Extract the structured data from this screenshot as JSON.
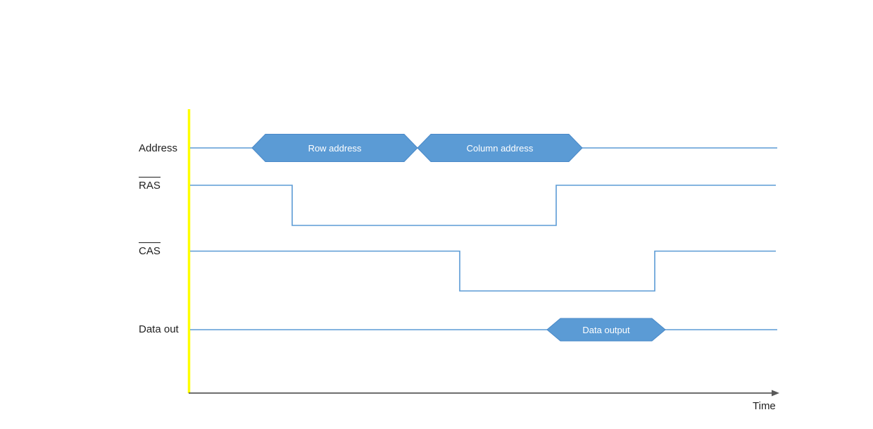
{
  "diagram": {
    "signals": [
      {
        "label": "Address",
        "overline": false
      },
      {
        "label": "RAS",
        "overline": true
      },
      {
        "label": "CAS",
        "overline": true
      },
      {
        "label": "Data out",
        "overline": false
      }
    ],
    "bus_segments": [
      {
        "label": "Row address"
      },
      {
        "label": "Column address"
      },
      {
        "label": "Data output"
      }
    ],
    "axis": {
      "label": "Time"
    },
    "colors": {
      "signal_line": "#5B9BD5",
      "bus_fill": "#5B9BD5",
      "bus_edge": "#4A89C8",
      "origin_marker": "#FFFF00",
      "axis": "#595959",
      "label_text": "#1f1f1f",
      "bus_text": "#FFFFFF",
      "background": "#FFFFFF"
    }
  }
}
